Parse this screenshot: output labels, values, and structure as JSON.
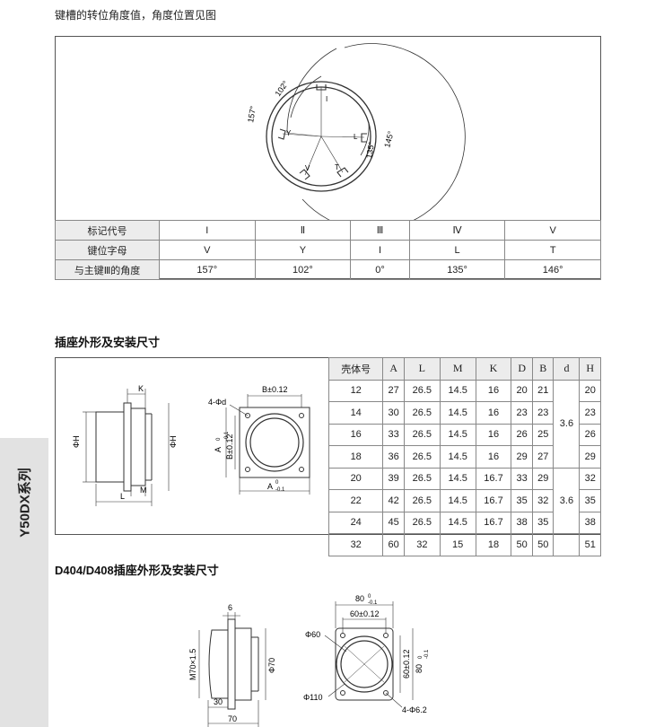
{
  "section1": {
    "title": "键槽的转位角度值，角度位置见图",
    "diagram": {
      "angle_labels": [
        "157°",
        "102°",
        "135°",
        "145°"
      ],
      "key_letters": [
        "I",
        "Y",
        "V",
        "L",
        "T"
      ]
    },
    "table": {
      "columns": [
        "I",
        "Ⅱ",
        "Ⅲ",
        "Ⅳ",
        "V"
      ],
      "rows": [
        {
          "label": "标记代号",
          "values": [
            "I",
            "Ⅱ",
            "Ⅲ",
            "Ⅳ",
            "V"
          ]
        },
        {
          "label": "键位字母",
          "values": [
            "V",
            "Y",
            "I",
            "L",
            "T"
          ]
        },
        {
          "label": "与主键Ⅲ的角度",
          "values": [
            "157°",
            "102°",
            "0°",
            "135°",
            "146°"
          ]
        }
      ]
    }
  },
  "section2": {
    "title": "插座外形及安装尺寸",
    "side_drawing": {
      "labels": [
        "K",
        "ΦH",
        "ΦH",
        "M",
        "L"
      ]
    },
    "front_drawing": {
      "labels": [
        "4-Φd",
        "B±0.12",
        "A",
        "B±0.12",
        "A"
      ],
      "tolerance_upper": "0",
      "tolerance_lower": "-0.1"
    },
    "table": {
      "headers": [
        "壳体号",
        "A",
        "L",
        "M",
        "K",
        "D",
        "B",
        "d",
        "H"
      ],
      "rows": [
        [
          "12",
          "27",
          "26.5",
          "14.5",
          "16",
          "20",
          "21",
          "20"
        ],
        [
          "14",
          "30",
          "26.5",
          "14.5",
          "16",
          "23",
          "23",
          "23"
        ],
        [
          "16",
          "33",
          "26.5",
          "14.5",
          "16",
          "26",
          "25",
          "26"
        ],
        [
          "18",
          "36",
          "26.5",
          "14.5",
          "16",
          "29",
          "27",
          "29"
        ],
        [
          "20",
          "39",
          "26.5",
          "14.5",
          "16.7",
          "33",
          "29",
          "32"
        ],
        [
          "22",
          "42",
          "26.5",
          "14.5",
          "16.7",
          "35",
          "32",
          "35"
        ],
        [
          "24",
          "45",
          "26.5",
          "14.5",
          "16.7",
          "38",
          "35",
          "38"
        ],
        [
          "32",
          "60",
          "32",
          "15",
          "18",
          "50",
          "50",
          "51"
        ]
      ],
      "d_groups": [
        {
          "value": "3.6",
          "rowspan": 4
        },
        {
          "value": "3.6",
          "rowspan": 3
        },
        {
          "value": "",
          "rowspan": 1
        }
      ]
    }
  },
  "section3": {
    "title": "D404/D408插座外形及安装尺寸",
    "side_drawing": {
      "labels": [
        "6",
        "M70×1.5",
        "Φ70",
        "30",
        "70"
      ]
    },
    "front_drawing": {
      "labels": [
        "80",
        "60±0.12",
        "Φ60",
        "60±0.12",
        "80",
        "Φ110",
        "4-Φ6.2"
      ],
      "tolerance_upper": "0",
      "tolerance_lower": "-0.1"
    }
  },
  "side_tab": {
    "label": "Y50DX系列"
  }
}
